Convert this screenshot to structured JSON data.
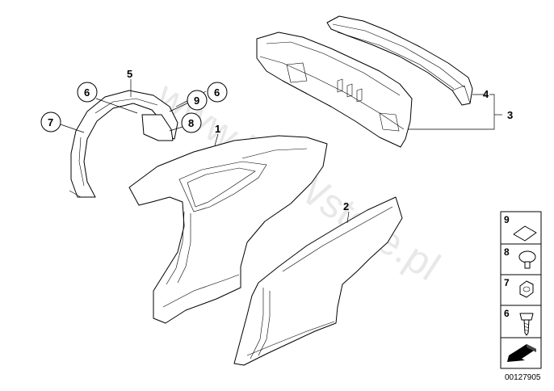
{
  "callouts": {
    "c1": "1",
    "c2": "2",
    "c3": "3",
    "c4": "4",
    "c5": "5",
    "c6a": "6",
    "c6b": "6",
    "c7": "7",
    "c8": "8",
    "c9": "9"
  },
  "legend": {
    "items": [
      "9",
      "8",
      "7",
      "6"
    ]
  },
  "watermark": "www.BMWstore.pl",
  "reference_number": "00127905"
}
